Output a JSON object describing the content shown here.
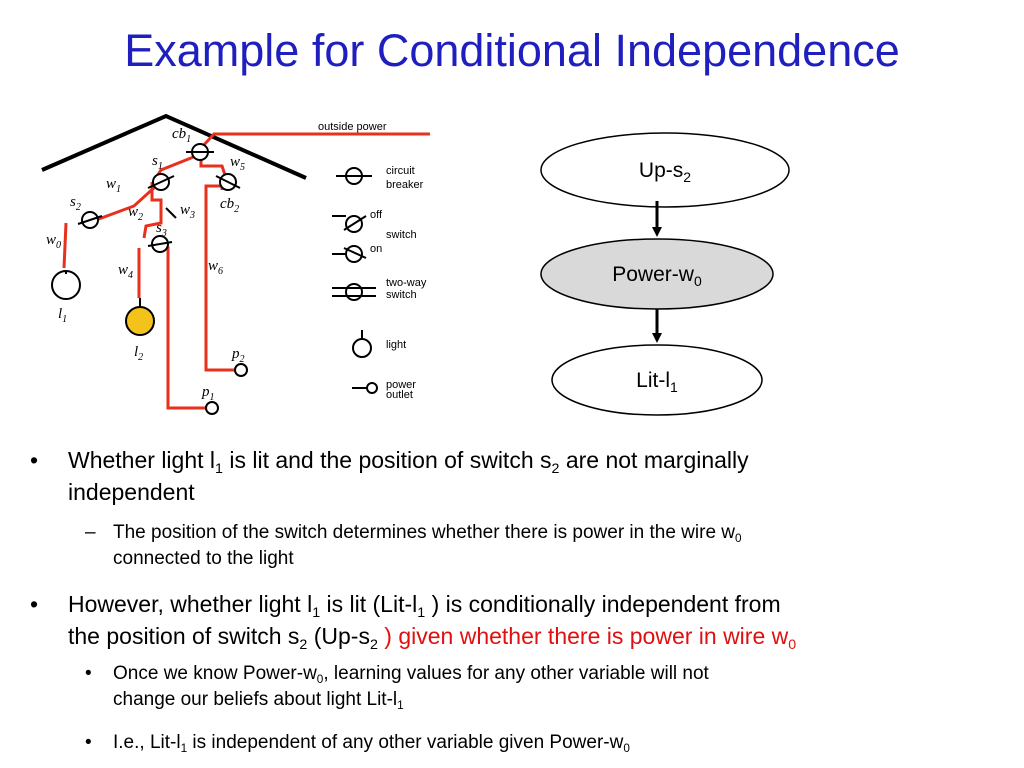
{
  "slide": {
    "title": "Example for Conditional Independence"
  },
  "diagram": {
    "outside_power": "outside power",
    "labels": {
      "cb": "cb",
      "s": "s",
      "w": "w",
      "l": "l",
      "p": "p",
      "sub0": "0",
      "sub1": "1",
      "sub2": "2",
      "sub3": "3",
      "sub4": "4",
      "sub5": "5",
      "sub6": "6"
    },
    "legend": {
      "circuit1": "circuit",
      "circuit2": "breaker",
      "off": "off",
      "switch": "switch",
      "on": "on",
      "twoway1": "two-way",
      "twoway2": "switch",
      "light": "light",
      "outlet1": "power",
      "outlet2": "outlet"
    }
  },
  "network": {
    "nodes": [
      {
        "base": "Up-s",
        "sub": "2"
      },
      {
        "base": "Power-w",
        "sub": "0"
      },
      {
        "base": "Lit-l",
        "sub": "1"
      }
    ],
    "colors": {
      "node_fill": "#ffffff",
      "highlight_fill": "#d9d9d9"
    }
  },
  "bullets": {
    "b1": {
      "mark": "•",
      "t1": "Whether light l",
      "s1": "1",
      "t2": " is lit and the position of switch s",
      "s2": "2",
      "t3": " are not marginally",
      "line2": "independent"
    },
    "b1a": {
      "mark": "–",
      "t1": "The position of the switch determines whether there is power in the wire w",
      "s1": "0",
      "line2": "connected to the light"
    },
    "b2": {
      "mark": "•",
      "t1": "However, whether light l",
      "s1": "1",
      "t2": " is lit (Lit-l",
      "s2": "1",
      "t3": " ) is conditionally independent from",
      "t4": "the position of switch s",
      "s3": "2",
      "t5": " (Up-s",
      "s4": "2",
      "red1": " ) given whether there is power in wire w",
      "red_s": "0"
    },
    "b2a": {
      "mark": "•",
      "t1": "Once we know Power-w",
      "s1": "0",
      "t2": ",  learning values for any other variable will not",
      "t3": "change our beliefs about light Lit-l",
      "s2": "1"
    },
    "b2b": {
      "mark": "•",
      "t1": "I.e., Lit-l",
      "s1": "1",
      "t2": "  is independent of any other variable given Power-w",
      "s2": "0"
    }
  }
}
